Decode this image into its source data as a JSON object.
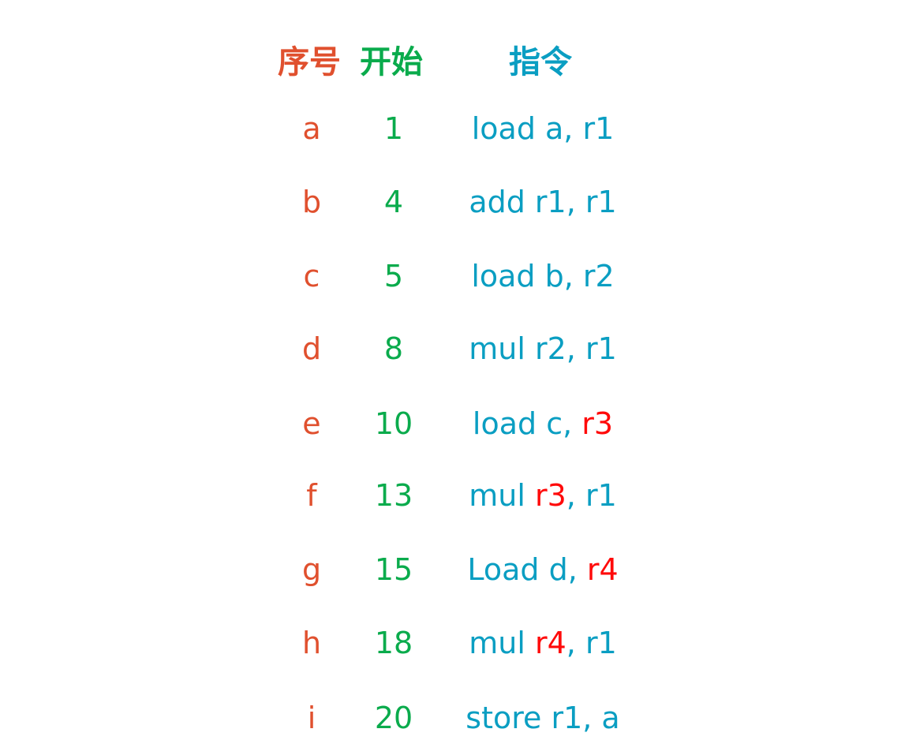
{
  "headers": {
    "seq": "序号",
    "start": "开始",
    "instruction": "指令"
  },
  "colors": {
    "seq": "#e0502e",
    "start": "#0aab4c",
    "instruction": "#0a9ec2",
    "highlight": "#ff0a0a"
  },
  "rows": [
    {
      "seq": "a",
      "start": "1",
      "instruction": [
        {
          "text": "load a, r1",
          "hl": false
        }
      ]
    },
    {
      "seq": "b",
      "start": "4",
      "instruction": [
        {
          "text": "add r1, r1",
          "hl": false
        }
      ]
    },
    {
      "seq": "c",
      "start": "5",
      "instruction": [
        {
          "text": "load b, r2",
          "hl": false
        }
      ]
    },
    {
      "seq": "d",
      "start": "8",
      "instruction": [
        {
          "text": "mul r2, r1",
          "hl": false
        }
      ]
    },
    {
      "seq": "e",
      "start": "10",
      "instruction": [
        {
          "text": "load c, ",
          "hl": false
        },
        {
          "text": "r3",
          "hl": true
        }
      ]
    },
    {
      "seq": "f",
      "start": "13",
      "instruction": [
        {
          "text": "mul ",
          "hl": false
        },
        {
          "text": "r3",
          "hl": true
        },
        {
          "text": ", r1",
          "hl": false
        }
      ]
    },
    {
      "seq": "g",
      "start": "15",
      "instruction": [
        {
          "text": "Load d, ",
          "hl": false
        },
        {
          "text": "r4",
          "hl": true
        }
      ]
    },
    {
      "seq": "h",
      "start": "18",
      "instruction": [
        {
          "text": "mul ",
          "hl": false
        },
        {
          "text": "r4",
          "hl": true
        },
        {
          "text": ", r1",
          "hl": false
        }
      ]
    },
    {
      "seq": "i",
      "start": "20",
      "instruction": [
        {
          "text": "store r1, a",
          "hl": false
        }
      ]
    }
  ]
}
